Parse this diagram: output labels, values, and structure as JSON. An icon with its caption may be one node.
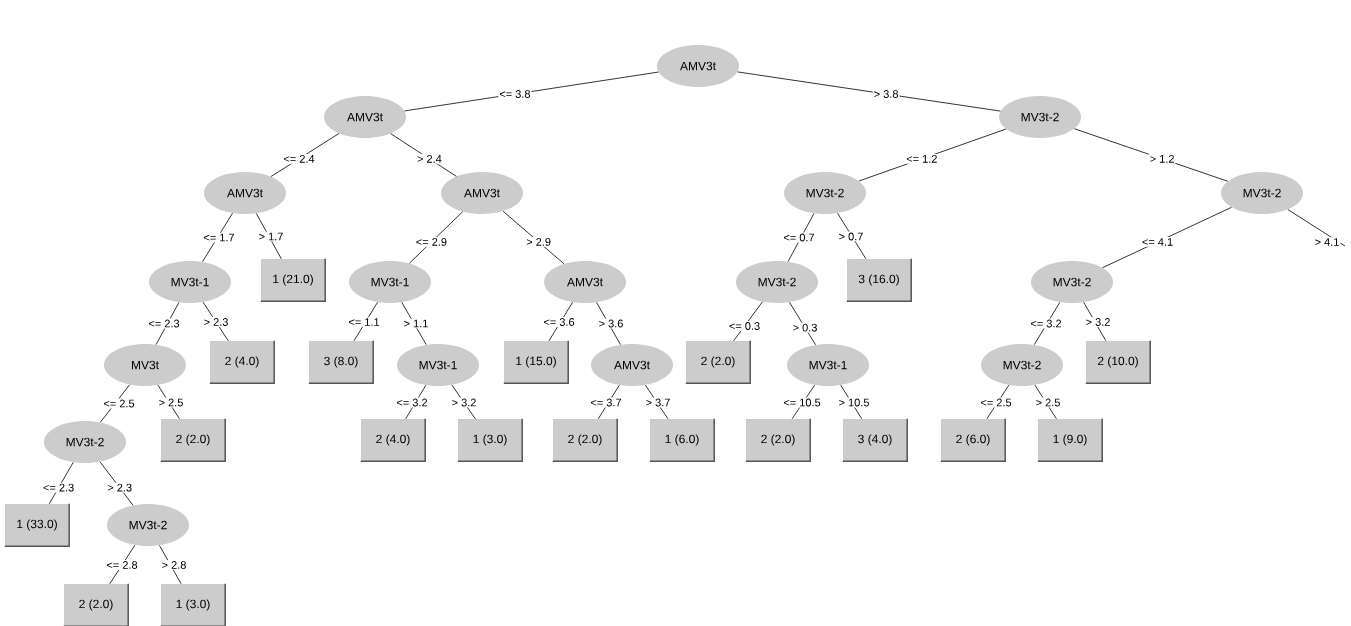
{
  "diagram": {
    "nodes": [
      {
        "text": [
          "AMV3t"
        ]
      },
      {
        "text": [
          "AMV3t"
        ]
      },
      {
        "text": [
          "MV3t-2"
        ]
      },
      {
        "text": [
          "AMV3t"
        ]
      },
      {
        "text": [
          "AMV3t"
        ]
      },
      {
        "text": [
          "MV3t-2"
        ]
      },
      {
        "text": [
          "MV3t-2"
        ]
      },
      {
        "text": [
          "MV3t-1"
        ]
      },
      {
        "text": [
          "1 (21.0)"
        ]
      },
      {
        "text": [
          "MV3t-1"
        ]
      },
      {
        "text": [
          "AMV3t"
        ]
      },
      {
        "text": [
          "MV3t-2"
        ]
      },
      {
        "text": [
          "3 (16.0)"
        ]
      },
      {
        "text": [
          "MV3t-2"
        ]
      },
      {
        "text": [
          "MV3t"
        ]
      },
      {
        "text": [
          "2 (4.0)"
        ]
      },
      {
        "text": [
          "3 (8.0)"
        ]
      },
      {
        "text": [
          "MV3t-1"
        ]
      },
      {
        "text": [
          "1 (15.0)"
        ]
      },
      {
        "text": [
          "AMV3t"
        ]
      },
      {
        "text": [
          "2 (2.0)"
        ]
      },
      {
        "text": [
          "MV3t-1"
        ]
      },
      {
        "text": [
          "MV3t-2"
        ]
      },
      {
        "text": [
          "2 (10.0)"
        ]
      },
      {
        "text": [
          "MV3t-2"
        ]
      },
      {
        "text": [
          "2 (2.0)"
        ]
      },
      {
        "text": [
          "2 (4.0)"
        ]
      },
      {
        "text": [
          "1 (3.0)"
        ]
      },
      {
        "text": [
          "2 (2.0)"
        ]
      },
      {
        "text": [
          "1 (6.0)"
        ]
      },
      {
        "text": [
          "2 (2.0)"
        ]
      },
      {
        "text": [
          "3 (4.0)"
        ]
      },
      {
        "text": [
          "2 (6.0)"
        ]
      },
      {
        "text": [
          "1 (9.0)"
        ]
      },
      {
        "text": [
          "1 (33.0)"
        ]
      },
      {
        "text": [
          "MV3t-2"
        ]
      },
      {
        "text": [
          "2 (2.0)"
        ]
      },
      {
        "text": [
          "1 (3.0)"
        ]
      }
    ],
    "edges": [
      {
        "from": 0,
        "to": 1,
        "arrow": "none",
        "label": "<= 3.8"
      },
      {
        "from": 0,
        "to": 2,
        "arrow": "none",
        "label": "> 3.8"
      },
      {
        "from": 1,
        "to": 3,
        "arrow": "none",
        "label": "<= 2.4"
      },
      {
        "from": 1,
        "to": 4,
        "arrow": "none",
        "label": "> 2.4"
      },
      {
        "from": 2,
        "to": 5,
        "arrow": "none",
        "label": "<= 1.2"
      },
      {
        "from": 2,
        "to": 6,
        "arrow": "none",
        "label": "> 1.2"
      },
      {
        "from": 3,
        "to": 7,
        "arrow": "none",
        "label": "<= 1.7"
      },
      {
        "from": 3,
        "to": 8,
        "arrow": "none",
        "label": "> 1.7"
      },
      {
        "from": 4,
        "to": 9,
        "arrow": "none",
        "label": "<= 2.9"
      },
      {
        "from": 4,
        "to": 10,
        "arrow": "none",
        "label": "> 2.9"
      },
      {
        "from": 5,
        "to": 11,
        "arrow": "none",
        "label": "<= 0.7"
      },
      {
        "from": 5,
        "to": 12,
        "arrow": "none",
        "label": "> 0.7"
      },
      {
        "from": 6,
        "to": 13,
        "arrow": "none",
        "label": "<= 4.1"
      },
      {
        "from": 6,
        "to": null,
        "arrow": "none",
        "label": "> 4.1"
      },
      {
        "from": 7,
        "to": 14,
        "arrow": "none",
        "label": "<= 2.3"
      },
      {
        "from": 7,
        "to": 15,
        "arrow": "none",
        "label": "> 2.3"
      },
      {
        "from": 9,
        "to": 16,
        "arrow": "none",
        "label": "<= 1.1"
      },
      {
        "from": 9,
        "to": 17,
        "arrow": "none",
        "label": "> 1.1"
      },
      {
        "from": 10,
        "to": 18,
        "arrow": "none",
        "label": "<= 3.6"
      },
      {
        "from": 10,
        "to": 19,
        "arrow": "none",
        "label": "> 3.6"
      },
      {
        "from": 11,
        "to": 20,
        "arrow": "none",
        "label": "<= 0.3"
      },
      {
        "from": 11,
        "to": 21,
        "arrow": "none",
        "label": "> 0.3"
      },
      {
        "from": 13,
        "to": 22,
        "arrow": "none",
        "label": "<= 3.2"
      },
      {
        "from": 13,
        "to": 23,
        "arrow": "none",
        "label": "> 3.2"
      },
      {
        "from": 14,
        "to": 24,
        "arrow": "none",
        "label": "<= 2.5"
      },
      {
        "from": 14,
        "to": 25,
        "arrow": "none",
        "label": "> 2.5"
      },
      {
        "from": 17,
        "to": 26,
        "arrow": "none",
        "label": "<= 3.2"
      },
      {
        "from": 17,
        "to": 27,
        "arrow": "none",
        "label": "> 3.2"
      },
      {
        "from": 19,
        "to": 28,
        "arrow": "none",
        "label": "<= 3.7"
      },
      {
        "from": 19,
        "to": 29,
        "arrow": "none",
        "label": "> 3.7"
      },
      {
        "from": 21,
        "to": 30,
        "arrow": "none",
        "label": "<= 10.5"
      },
      {
        "from": 21,
        "to": 31,
        "arrow": "none",
        "label": "> 10.5"
      },
      {
        "from": 22,
        "to": 32,
        "arrow": "none",
        "label": "<= 2.5"
      },
      {
        "from": 22,
        "to": 33,
        "arrow": "none",
        "label": "> 2.5"
      },
      {
        "from": 24,
        "to": 34,
        "arrow": "none",
        "label": "<= 2.3"
      },
      {
        "from": 24,
        "to": 35,
        "arrow": "none",
        "label": "> 2.3"
      },
      {
        "from": 35,
        "to": 36,
        "arrow": "none",
        "label": "<= 2.8"
      },
      {
        "from": 35,
        "to": 37,
        "arrow": "none",
        "label": "> 2.8"
      }
    ]
  }
}
